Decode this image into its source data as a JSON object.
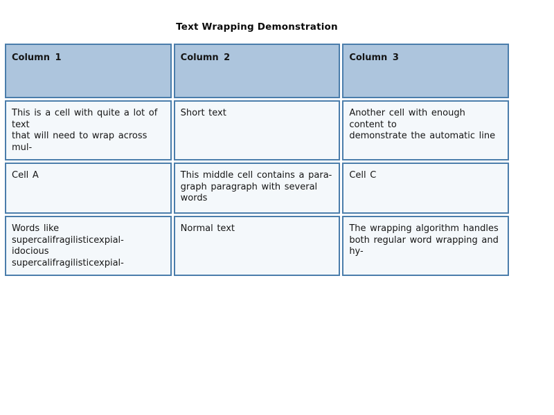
{
  "title": "Text Wrapping Demonstration",
  "colors": {
    "border": "#4a7dab",
    "header_background": "#adc5dd",
    "cell_background": "#f4f8fb",
    "text": "#141414"
  },
  "table": {
    "headers": [
      "Column 1",
      "Column 2",
      "Column 3"
    ],
    "rows": [
      [
        "This is a cell with quite a lot of text\nthat will need to wrap across mul-",
        "Short text",
        "Another cell with enough content to\ndemonstrate the automatic line"
      ],
      [
        "Cell A",
        "This middle cell contains a para-\ngraph paragraph with several words",
        "Cell C"
      ],
      [
        "Words like supercalifragilisticexpial-\nidocious supercalifragilisticexpial-",
        "Normal text",
        "The wrapping algorithm handles\nboth regular word wrapping and hy-"
      ]
    ]
  }
}
